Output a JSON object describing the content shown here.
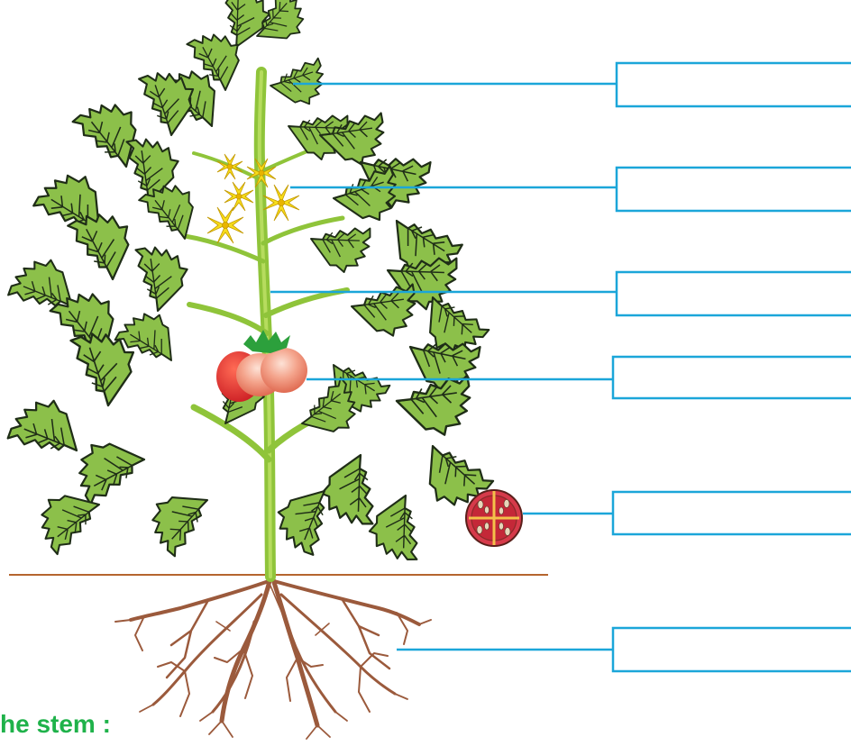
{
  "caption": {
    "text": "he stem :"
  },
  "labels": [
    {
      "part": "leaf",
      "answer": ""
    },
    {
      "part": "flower",
      "answer": ""
    },
    {
      "part": "stem",
      "answer": ""
    },
    {
      "part": "fruit",
      "answer": ""
    },
    {
      "part": "seed",
      "answer": ""
    },
    {
      "part": "root",
      "answer": ""
    }
  ],
  "colors": {
    "leader_line": "#1ba6d9",
    "ground_line": "#b5652e",
    "stem": "#9acd3b",
    "leaf_fill": "#8cc04a",
    "leaf_vein": "#1f2d17",
    "flower": "#f7dd1a",
    "tomato_light": "#f39f88",
    "tomato_dark": "#e8262a",
    "root": "#9b5a3c",
    "caption": "#1fb24a"
  }
}
